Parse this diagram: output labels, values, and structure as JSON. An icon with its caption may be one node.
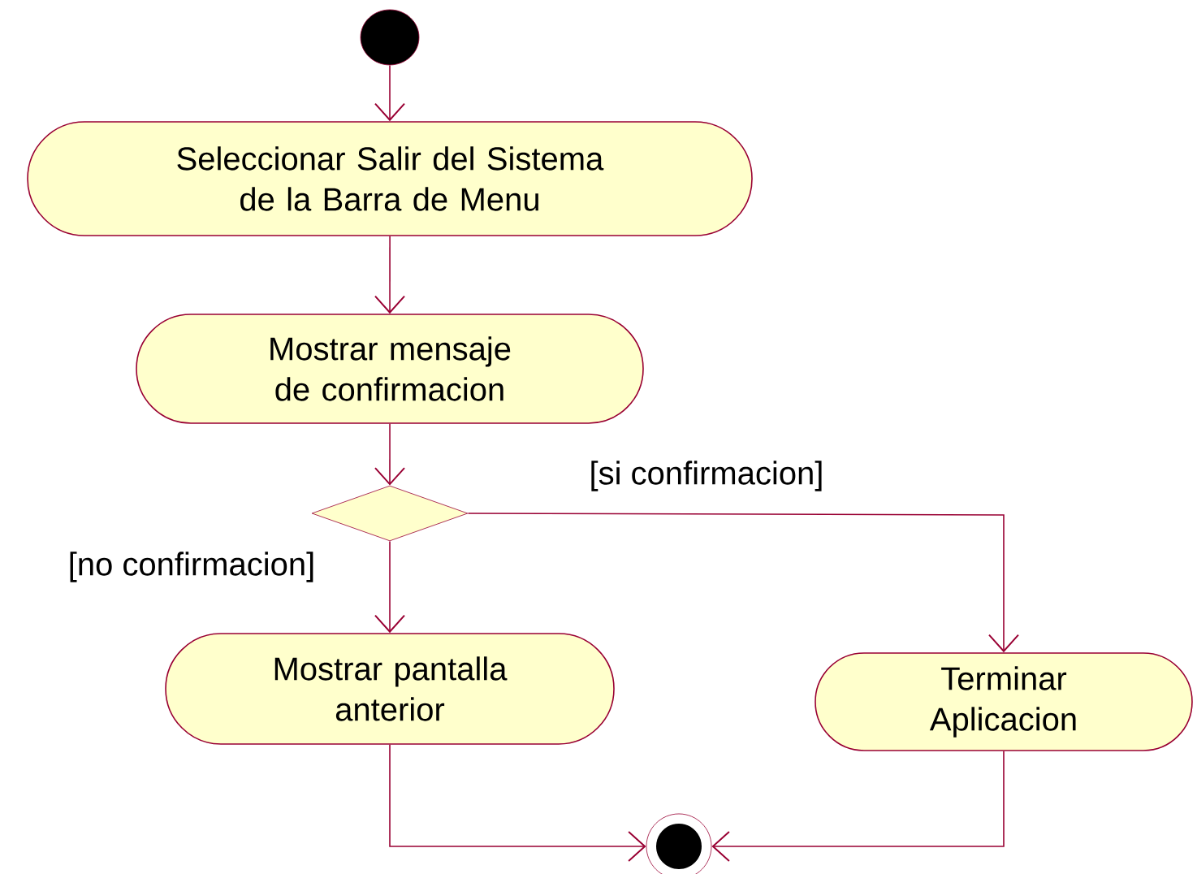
{
  "diagram": {
    "nodes": [
      {
        "text": [],
        "shape": "circle"
      },
      {
        "text": [
          "Seleccionar Salir del Sistema de la Barra de Menu"
        ]
      },
      {
        "text": [
          "Mostrar mensaje de confirmacion"
        ]
      },
      {
        "text": [],
        "shape": "diamond"
      },
      {
        "text": [
          "Mostrar pantalla anterior"
        ]
      },
      {
        "text": [
          "Terminar Aplicacion"
        ]
      },
      {
        "text": [],
        "shape": "circle"
      }
    ],
    "edges": [
      {
        "from": 0,
        "to": 1,
        "arrow": "to"
      },
      {
        "from": 1,
        "to": 2,
        "arrow": "to"
      },
      {
        "from": 2,
        "to": 3,
        "arrow": "to"
      },
      {
        "from": 3,
        "to": 4,
        "arrow": "to",
        "label": "[no confirmacion]"
      },
      {
        "from": 3,
        "to": 5,
        "arrow": "to",
        "label": "[si confirmacion]"
      },
      {
        "from": 4,
        "to": 6,
        "arrow": "to"
      },
      {
        "from": 5,
        "to": 6,
        "arrow": "to"
      }
    ]
  }
}
